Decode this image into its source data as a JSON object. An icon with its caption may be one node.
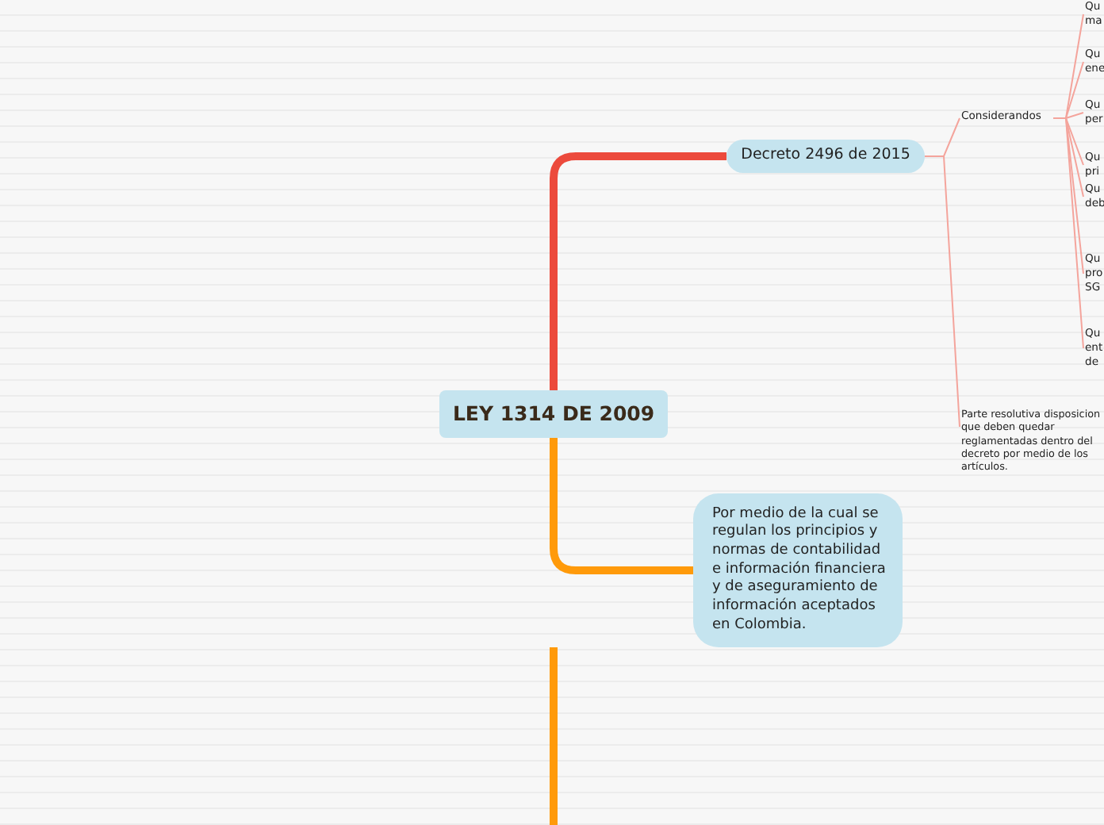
{
  "diagram": {
    "nodes": [
      {
        "text": [
          "LEY 1314 DE 2009"
        ]
      },
      {
        "text": [
          "Decreto 2496 de 2015"
        ]
      },
      {
        "text": [
          "Considerandos"
        ]
      },
      {
        "text": [
          "Qu ma"
        ]
      },
      {
        "text": [
          "Qu ene"
        ]
      },
      {
        "text": [
          "Qu per"
        ]
      },
      {
        "text": [
          "Qu pri"
        ]
      },
      {
        "text": [
          "Qu deb"
        ]
      },
      {
        "text": [
          "Qu pro SG"
        ]
      },
      {
        "text": [
          "Qu ent de"
        ]
      },
      {
        "text": [
          "Parte resolutiva disposicion que deben quedar reglamentadas dentro del decreto por medio de los artículos."
        ]
      },
      {
        "text": [
          "Por medio de la cual se regulan los principios y normas de contabilidad e información financiera y de aseguramiento de información aceptados en Colombia."
        ]
      }
    ],
    "edges": [
      {
        "from": 0,
        "to": 1,
        "arrow": "none",
        "style": "thick",
        "color": "#ec4a3c"
      },
      {
        "from": 0,
        "to": 11,
        "arrow": "none",
        "style": "thick",
        "color": "#ff9a0a"
      },
      {
        "from": 1,
        "to": 2,
        "arrow": "none"
      },
      {
        "from": 1,
        "to": 10,
        "arrow": "none"
      },
      {
        "from": 2,
        "to": 3,
        "arrow": "none"
      },
      {
        "from": 2,
        "to": 4,
        "arrow": "none"
      },
      {
        "from": 2,
        "to": 5,
        "arrow": "none"
      },
      {
        "from": 2,
        "to": 6,
        "arrow": "none"
      },
      {
        "from": 2,
        "to": 7,
        "arrow": "none"
      },
      {
        "from": 2,
        "to": 8,
        "arrow": "none"
      },
      {
        "from": 2,
        "to": 9,
        "arrow": "none"
      }
    ]
  }
}
